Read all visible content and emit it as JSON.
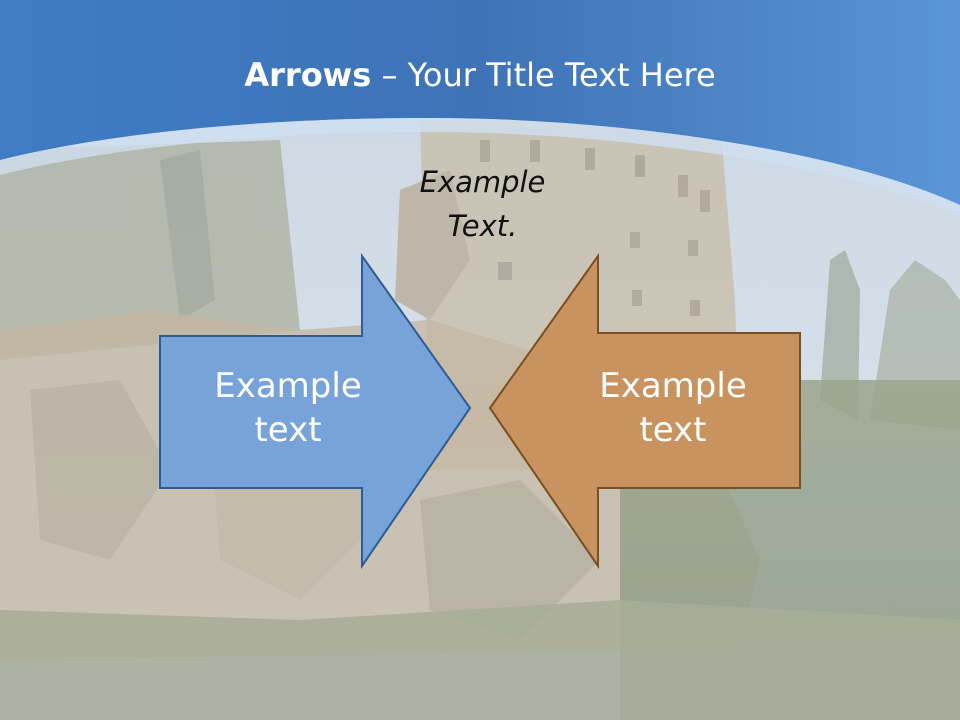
{
  "slide": {
    "title_bold": "Arrows",
    "title_rest": " – Your Title Text Here",
    "center_note_line1": "Example",
    "center_note_line2": "Text.",
    "left_arrow_line1": "Example",
    "left_arrow_line2": "text",
    "right_arrow_line1": "Example",
    "right_arrow_line2": "text"
  },
  "colors": {
    "header_blue": "#4a86c8",
    "left_arrow_fill": "#77a3d8",
    "left_arrow_stroke": "#2e5c94",
    "right_arrow_fill": "#c9935f",
    "right_arrow_stroke": "#7a4f22"
  },
  "icons": {
    "left_arrow": "right-pointing-arrow-icon",
    "right_arrow": "left-pointing-arrow-icon"
  }
}
